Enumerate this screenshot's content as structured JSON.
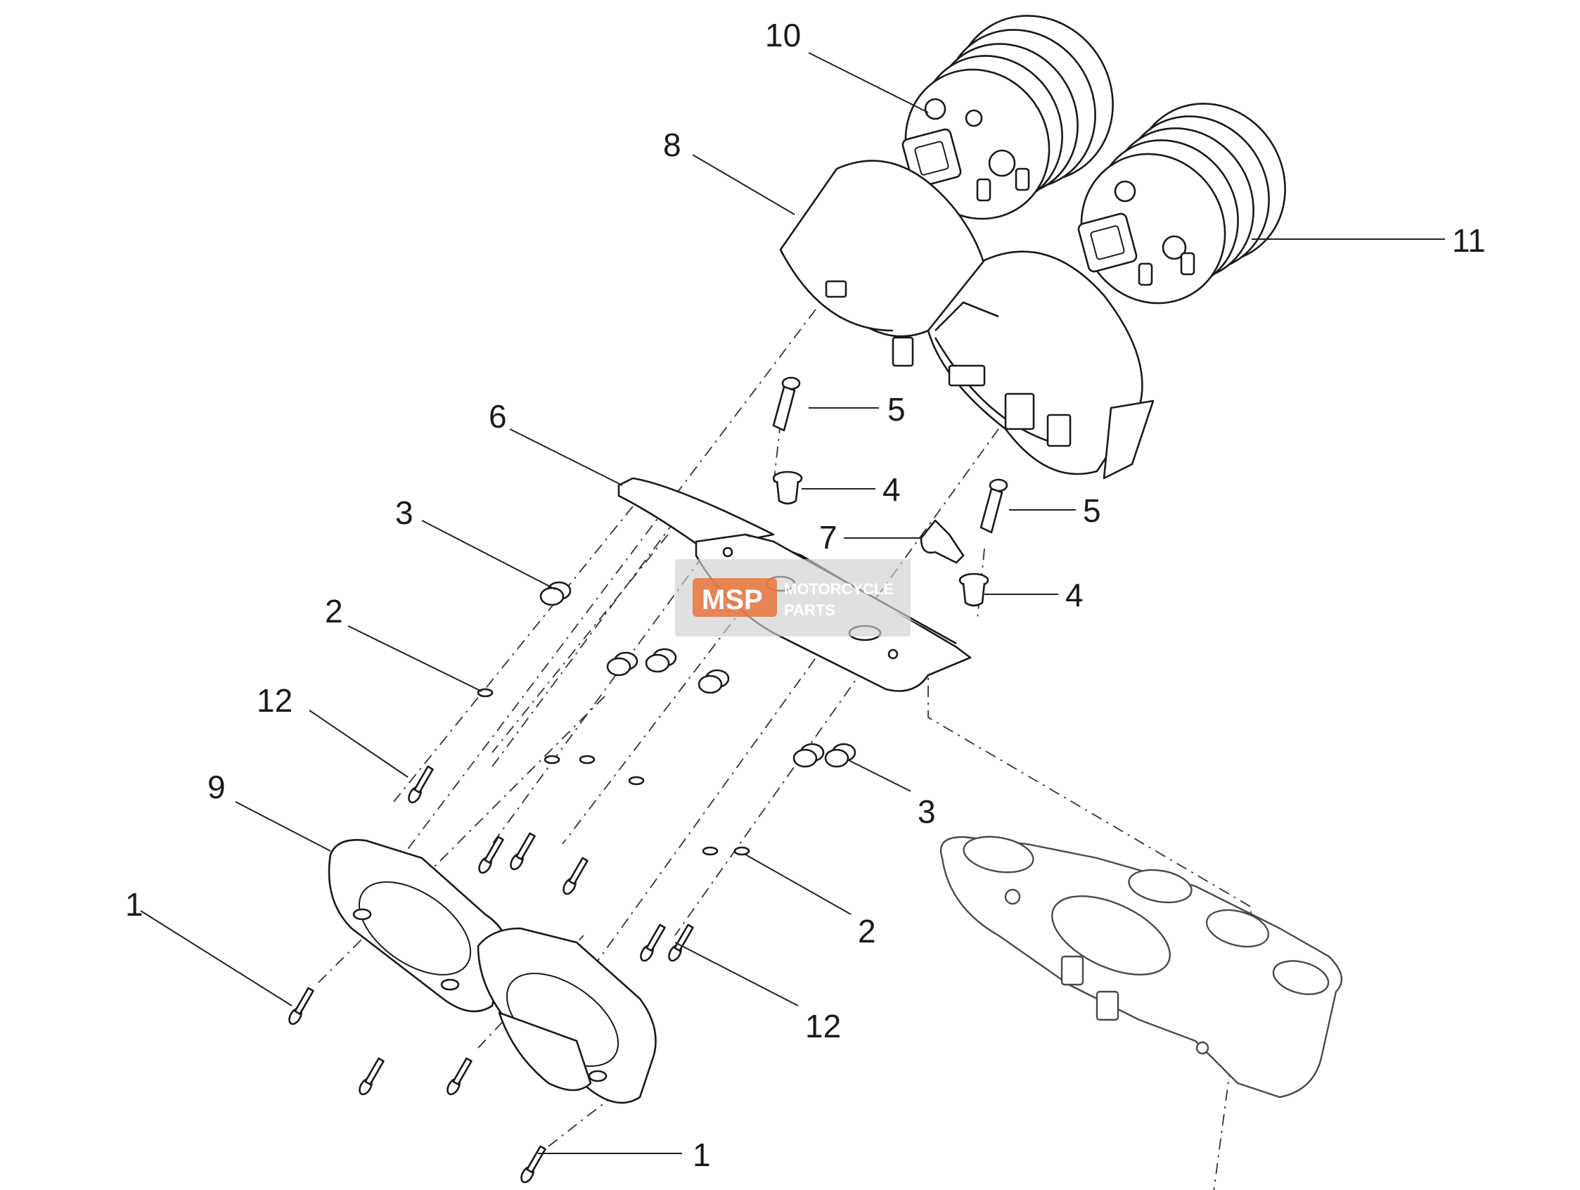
{
  "diagram": {
    "callouts": [
      {
        "id": "c10",
        "label": "10"
      },
      {
        "id": "c8",
        "label": "8"
      },
      {
        "id": "c11",
        "label": "11"
      },
      {
        "id": "c5a",
        "label": "5"
      },
      {
        "id": "c6",
        "label": "6"
      },
      {
        "id": "c4a",
        "label": "4"
      },
      {
        "id": "c5b",
        "label": "5"
      },
      {
        "id": "c3a",
        "label": "3"
      },
      {
        "id": "c7",
        "label": "7"
      },
      {
        "id": "c4b",
        "label": "4"
      },
      {
        "id": "c2a",
        "label": "2"
      },
      {
        "id": "c12a",
        "label": "12"
      },
      {
        "id": "c3b",
        "label": "3"
      },
      {
        "id": "c9",
        "label": "9"
      },
      {
        "id": "c1a",
        "label": "1"
      },
      {
        "id": "c2b",
        "label": "2"
      },
      {
        "id": "c12b",
        "label": "12"
      },
      {
        "id": "c1b",
        "label": "1"
      }
    ],
    "watermark": {
      "logo_text": "MSP",
      "line1": "MOTORCYCLE",
      "line2": "PARTS",
      "color": "#e8743b"
    }
  }
}
